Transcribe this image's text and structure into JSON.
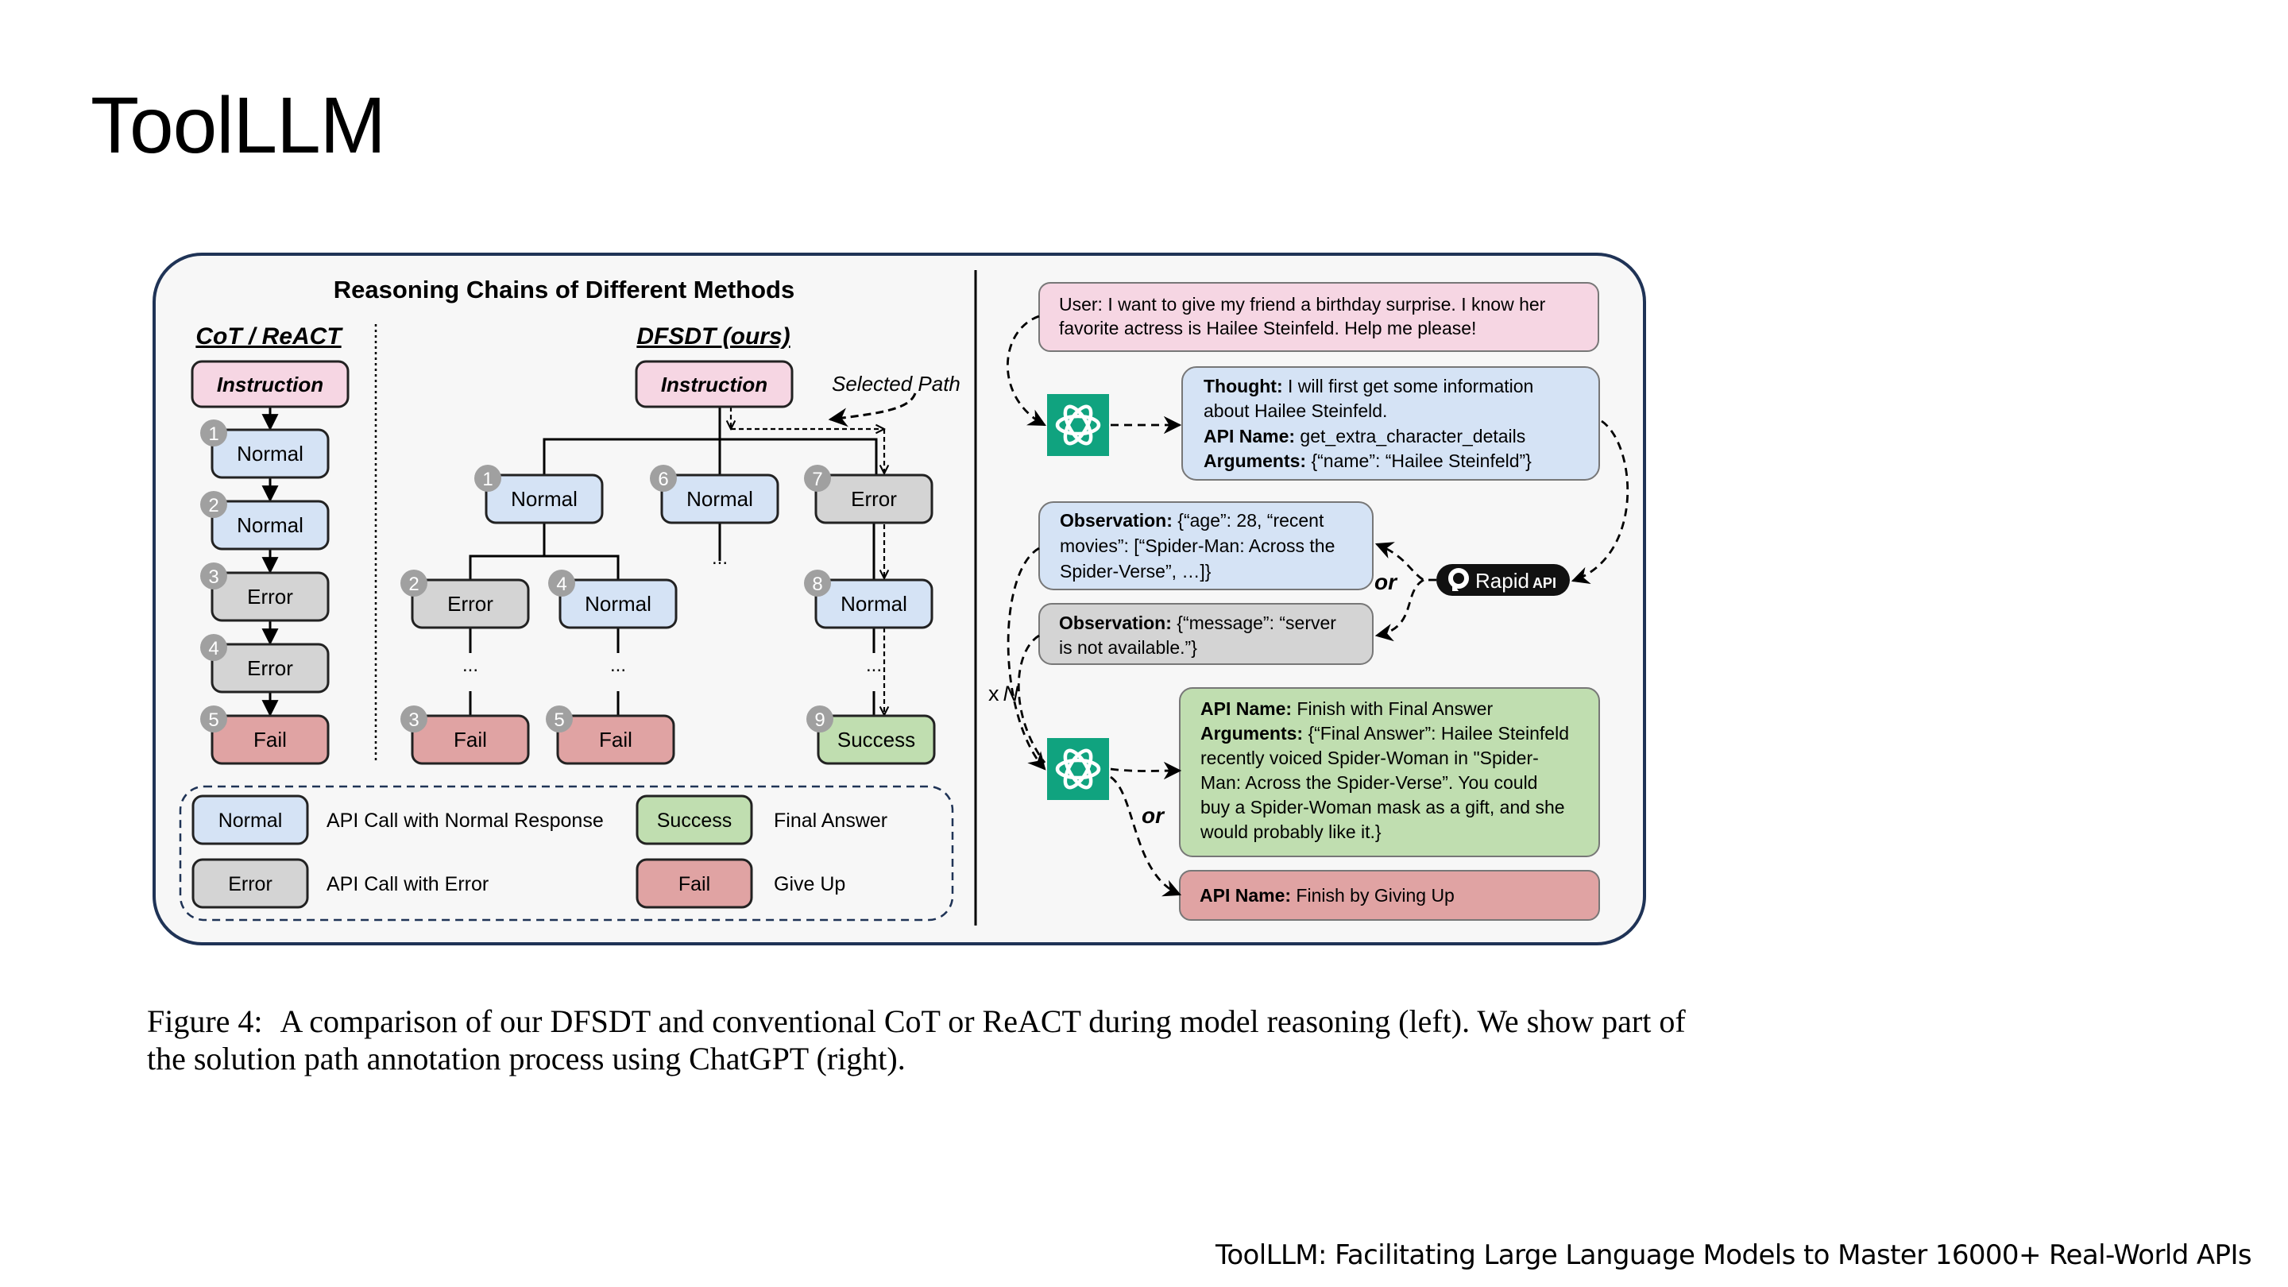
{
  "slide": {
    "title": "ToolLLM",
    "footer": "ToolLLM: Facilitating Large Language Models to Master 16000+ Real-World APIs"
  },
  "colors": {
    "normal": "#d5e3f5",
    "error": "#d4d4d4",
    "fail": "#e0a3a3",
    "success": "#c0deb0",
    "instruction": "#f6d6e3",
    "panel_bg": "#f7f7f7",
    "panel_border": "#1f3356",
    "badge": "#a0a0a0",
    "chatgpt": "#10a37f",
    "rapidapi": "#111111"
  },
  "figure": {
    "left_title": "Reasoning Chains of Different Methods",
    "cot": {
      "heading": "CoT / ReACT",
      "instruction": "Instruction",
      "nodes": [
        {
          "num": "1",
          "label": "Normal",
          "type": "normal"
        },
        {
          "num": "2",
          "label": "Normal",
          "type": "normal"
        },
        {
          "num": "3",
          "label": "Error",
          "type": "error"
        },
        {
          "num": "4",
          "label": "Error",
          "type": "error"
        },
        {
          "num": "5",
          "label": "Fail",
          "type": "fail"
        }
      ]
    },
    "dfsdt": {
      "heading": "DFSDT (ours)",
      "instruction": "Instruction",
      "selected_path_label": "Selected Path",
      "ellipsis": "...",
      "nodes": [
        {
          "num": "1",
          "label": "Normal",
          "type": "normal"
        },
        {
          "num": "6",
          "label": "Normal",
          "type": "normal"
        },
        {
          "num": "7",
          "label": "Error",
          "type": "error"
        },
        {
          "num": "2",
          "label": "Error",
          "type": "error"
        },
        {
          "num": "4",
          "label": "Normal",
          "type": "normal"
        },
        {
          "num": "8",
          "label": "Normal",
          "type": "normal"
        },
        {
          "num": "3",
          "label": "Fail",
          "type": "fail"
        },
        {
          "num": "5",
          "label": "Fail",
          "type": "fail"
        },
        {
          "num": "9",
          "label": "Success",
          "type": "success"
        }
      ]
    },
    "legend": [
      {
        "box": "Normal",
        "desc": "API Call with Normal Response",
        "type": "normal"
      },
      {
        "box": "Success",
        "desc": "Final Answer",
        "type": "success"
      },
      {
        "box": "Error",
        "desc": "API Call with Error",
        "type": "error"
      },
      {
        "box": "Fail",
        "desc": "Give Up",
        "type": "fail"
      }
    ],
    "right": {
      "user_msg": [
        "User: I want to give my friend a birthday surprise. I know her",
        "favorite actress is Hailee Steinfeld. Help me please!"
      ],
      "thought": {
        "thought_label": "Thought:",
        "thought_text": " I will first get some information",
        "thought_text2": "about Hailee Steinfeld.",
        "api_label": "API Name:",
        "api_text": " get_extra_character_details",
        "args_label": "Arguments:",
        "args_text": " {“name”: “Hailee Steinfeld”}"
      },
      "obs_ok": {
        "label": "Observation:",
        "line1": " {“age”: 28, “recent",
        "line2": "movies”: [“Spider-Man: Across the",
        "line3": "Spider-Verse”, …]}"
      },
      "obs_err": {
        "label": "Observation:",
        "line1": " {“message”: “server",
        "line2": "is not available.”}"
      },
      "rapidapi": {
        "brand": "Rapid",
        "suffix": "API"
      },
      "or1": "or",
      "or2": "or",
      "repeat": {
        "x": "x",
        "n": "N"
      },
      "final": {
        "api_label": "API Name:",
        "api_text": "  Finish with Final Answer",
        "args_label": "Arguments:",
        "args_text": " {“Final Answer”: Hailee Steinfeld",
        "lines": [
          "recently voiced Spider-Woman in \"Spider-",
          "Man: Across the Spider-Verse”.  You could",
          "buy a Spider-Woman mask as a gift, and she",
          "would probably like it.}"
        ]
      },
      "giveup": {
        "api_label": "API Name:",
        "api_text": "  Finish by Giving Up"
      }
    }
  },
  "caption": {
    "label": "Figure 4:",
    "text": "A comparison of our DFSDT and conventional CoT or ReACT during model reasoning (left). We show part of the solution path annotation process using ChatGPT (right)."
  }
}
